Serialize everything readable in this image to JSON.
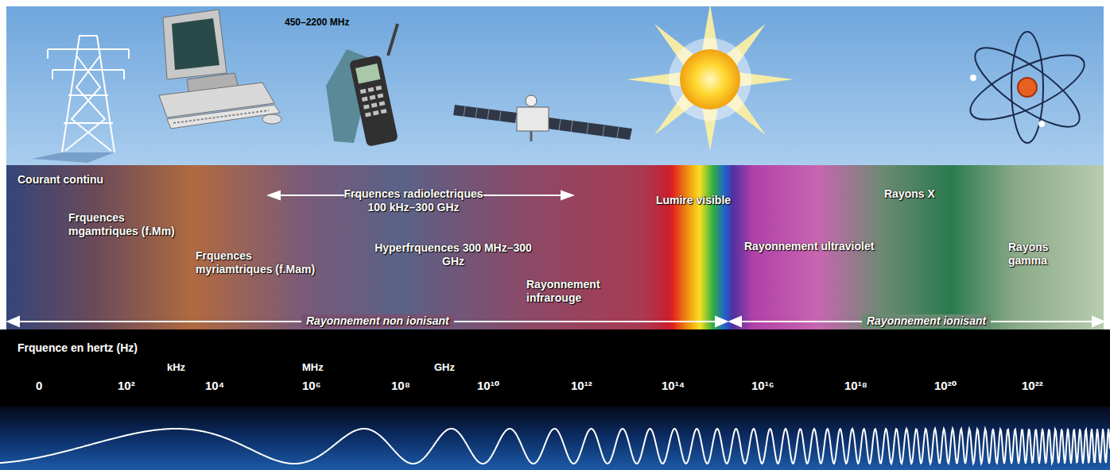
{
  "diagram": {
    "labels": [
      "450–2200 MHz",
      "Courant continu",
      "Frquences mgamtriques (f.Mm)",
      "Frquences myriamtriques (f.Mam)",
      "Frquences radiolectriques 100 kHz–300 GHz",
      "Hyperfrquences 300 MHz–300 GHz",
      "Rayonnement infrarouge",
      "Lumire visible",
      "Rayonnement ultraviolet",
      "Rayons X",
      "Rayons gamma",
      "Rayonnement non ionisant",
      "Rayonnement ionisant",
      "Frquence en hertz (Hz)",
      "kHz",
      "MHz",
      "GHz",
      "0",
      "10²",
      "10⁴",
      "10⁶",
      "10⁸",
      "10¹⁰",
      "10¹²",
      "10¹⁴",
      "10¹⁶",
      "10¹⁸",
      "10²⁰",
      "10²²"
    ]
  }
}
